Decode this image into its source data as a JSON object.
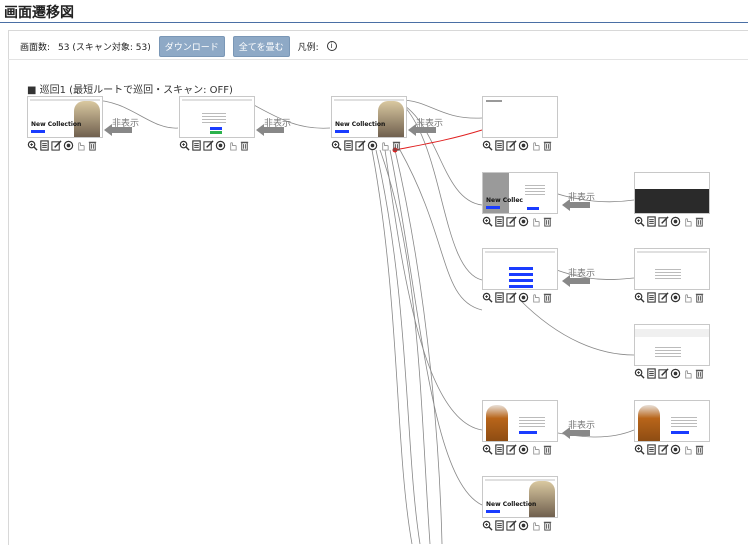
{
  "page": {
    "title": "画面遷移図"
  },
  "toolbar": {
    "count_label": "画面数:",
    "count_value": "53 (スキャン対象: 53)",
    "download_label": "ダウンロード",
    "collapse_all_label": "全てを畳む",
    "legend_label": "凡例:",
    "info_glyph": "i"
  },
  "section": {
    "title": "■ 巡回1 (最短ルートで巡回・スキャン: OFF)"
  },
  "nodes": [
    {
      "id": "n1",
      "headline": "New Collection",
      "type": "hero"
    },
    {
      "id": "n2",
      "headline": "",
      "type": "form"
    },
    {
      "id": "n3",
      "headline": "New Collection",
      "type": "hero"
    },
    {
      "id": "n4",
      "headline": "",
      "type": "blank"
    },
    {
      "id": "n5",
      "headline": "New Collec",
      "type": "modal"
    },
    {
      "id": "n6",
      "headline": "",
      "type": "dark"
    },
    {
      "id": "n7",
      "headline": "",
      "type": "menu"
    },
    {
      "id": "n8",
      "headline": "",
      "type": "form2"
    },
    {
      "id": "n9",
      "headline": "",
      "type": "form3"
    },
    {
      "id": "n10",
      "headline": "",
      "type": "product"
    },
    {
      "id": "n11",
      "headline": "",
      "type": "product"
    },
    {
      "id": "n12",
      "headline": "New Collection",
      "type": "hero"
    }
  ],
  "hidden_label": "非表示",
  "icon_names": [
    "zoom-icon",
    "document-icon",
    "edit-icon",
    "scan-icon",
    "hand-icon",
    "trash-icon"
  ]
}
